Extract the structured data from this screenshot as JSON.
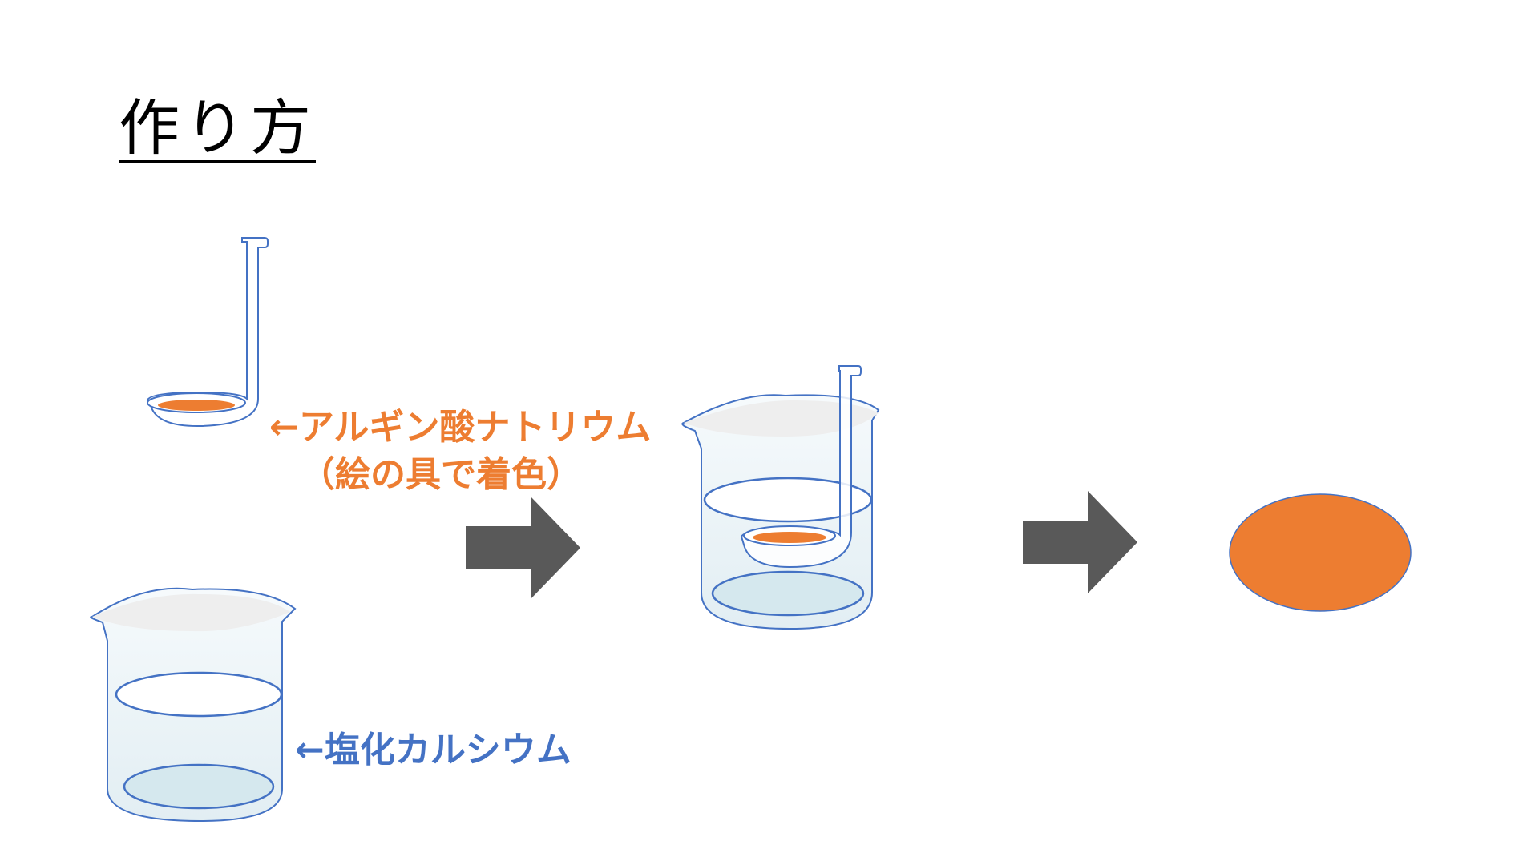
{
  "slide": {
    "title": "作り方"
  },
  "labels": {
    "sodium_alginate_line1": "←アルギン酸ナトリウム",
    "sodium_alginate_line2": "（絵の具で着色）",
    "calcium_chloride": "←塩化カルシウム"
  },
  "colors": {
    "alginate_orange": "#ED7D31",
    "calcium_blue": "#4472C4",
    "arrow_gray": "#595959",
    "glass_outline": "#4472C4"
  }
}
